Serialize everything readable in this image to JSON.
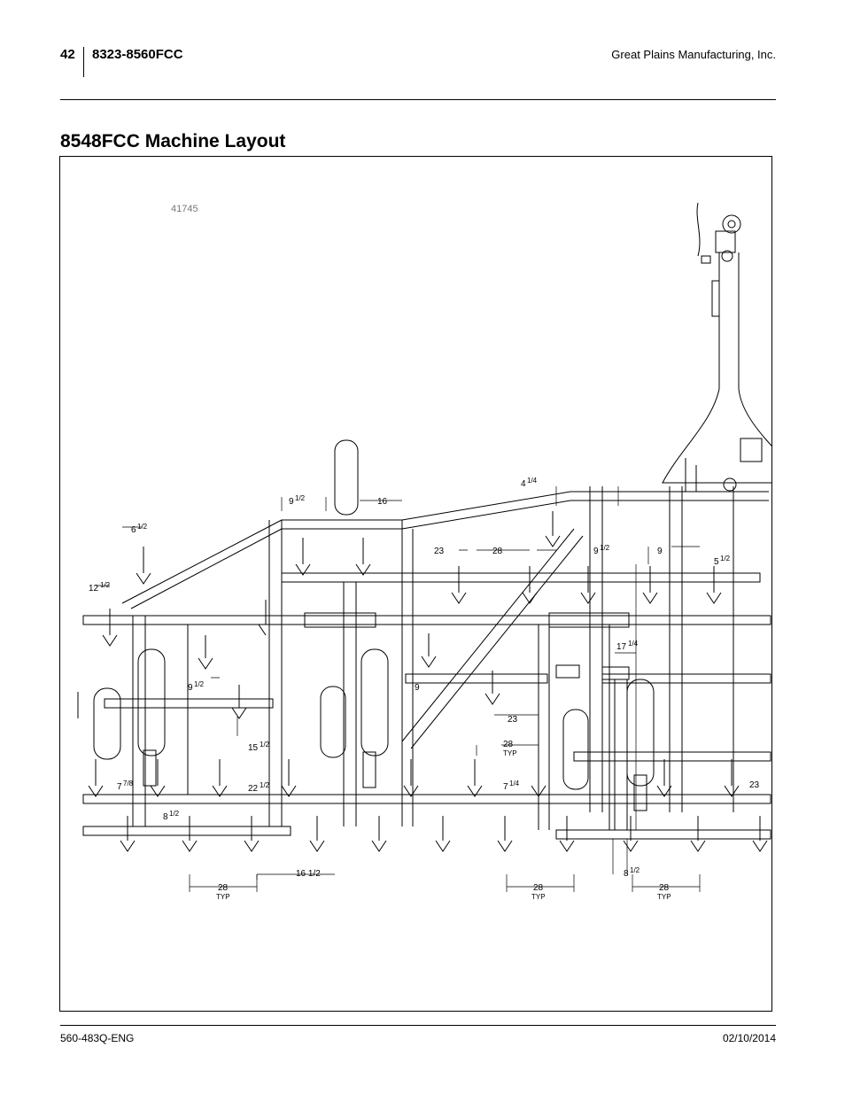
{
  "header": {
    "page_number": "42",
    "model": "8323-8560FCC",
    "company": "Great Plains Manufacturing, Inc."
  },
  "title": "8548FCC Machine Layout",
  "figure": {
    "figure_number": "41745",
    "dimensions": [
      {
        "id": "d1",
        "text": "4",
        "frac": "1/4"
      },
      {
        "id": "d2",
        "text": "9",
        "frac": "1/2"
      },
      {
        "id": "d3",
        "text": "16"
      },
      {
        "id": "d4",
        "text": "6",
        "frac": "1/2"
      },
      {
        "id": "d5",
        "text": "23"
      },
      {
        "id": "d6",
        "text": "28"
      },
      {
        "id": "d7",
        "text": "9",
        "frac": "1/2"
      },
      {
        "id": "d8",
        "text": "9"
      },
      {
        "id": "d9",
        "text": "5",
        "frac": "1/2"
      },
      {
        "id": "d10",
        "text": "12",
        "frac": "1/2"
      },
      {
        "id": "d11",
        "text": "17",
        "frac": "1/4"
      },
      {
        "id": "d12",
        "text": "9",
        "frac": "1/2"
      },
      {
        "id": "d13",
        "text": "9"
      },
      {
        "id": "d14",
        "text": "23"
      },
      {
        "id": "d15",
        "text": "15",
        "frac": "1/2"
      },
      {
        "id": "d16",
        "text": "28",
        "sub": "TYP"
      },
      {
        "id": "d17",
        "text": "7",
        "frac": "7/8"
      },
      {
        "id": "d18",
        "text": "22",
        "frac": "1/2"
      },
      {
        "id": "d19",
        "text": "7",
        "frac": "1/4"
      },
      {
        "id": "d20",
        "text": "23"
      },
      {
        "id": "d21",
        "text": "8",
        "frac": "1/2"
      },
      {
        "id": "d22",
        "text": "16  1/2"
      },
      {
        "id": "d23",
        "text": "28",
        "sub": "TYP"
      },
      {
        "id": "d24",
        "text": "28",
        "sub": "TYP"
      },
      {
        "id": "d25",
        "text": "8",
        "frac": "1/2"
      },
      {
        "id": "d26",
        "text": "28",
        "sub": "TYP"
      }
    ]
  },
  "footer": {
    "doc_number": "560-483Q-ENG",
    "date": "02/10/2014"
  }
}
